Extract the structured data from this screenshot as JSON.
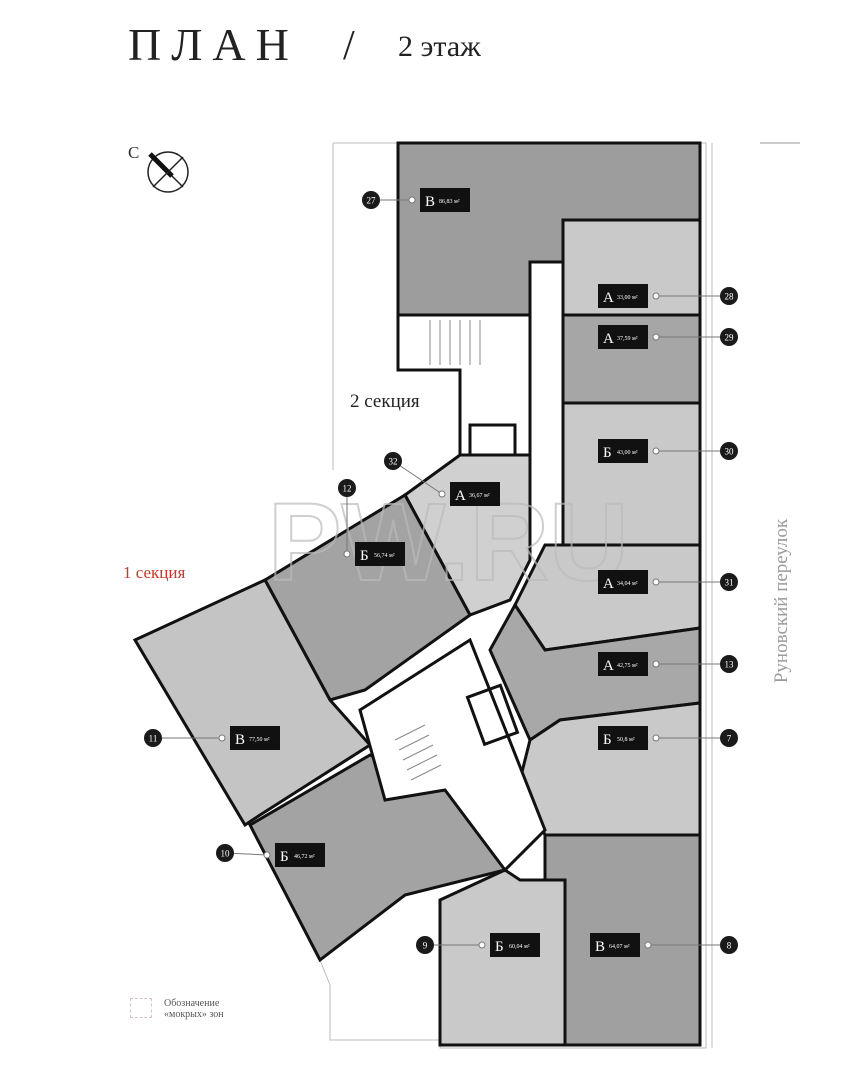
{
  "header": {
    "title": "ПЛАН",
    "separator": "/",
    "floor": "2 этаж"
  },
  "compass": {
    "label": "С"
  },
  "sections": {
    "section_2": "2 секция",
    "section_1": "1 секция"
  },
  "street": "Руновский переулок",
  "watermark": "PW.RU",
  "legend": {
    "label": "Обозначение «мокрых» зон"
  },
  "colors": {
    "section_1_label": "#c8362c",
    "wall": "#111111",
    "unit_dark": "#a0a0a0",
    "unit_light": "#c8c8c8"
  },
  "units": [
    {
      "number": "27",
      "type": "В",
      "area": "86,83 м²"
    },
    {
      "number": "28",
      "type": "А",
      "area": "33,00 м²"
    },
    {
      "number": "29",
      "type": "А",
      "area": "37,59 м²"
    },
    {
      "number": "30",
      "type": "Б",
      "area": "43,00 м²"
    },
    {
      "number": "32",
      "type": "А",
      "area": "36,67 м²"
    },
    {
      "number": "12",
      "type": "Б",
      "area": "56,74 м²"
    },
    {
      "number": "31",
      "type": "А",
      "area": "34,04 м²"
    },
    {
      "number": "13",
      "type": "А",
      "area": "42,75 м²"
    },
    {
      "number": "7",
      "type": "Б",
      "area": "50,8 м²"
    },
    {
      "number": "11",
      "type": "В",
      "area": "77,50 м²"
    },
    {
      "number": "10",
      "type": "Б",
      "area": "46,72 м²"
    },
    {
      "number": "9",
      "type": "Б",
      "area": "60,04 м²"
    },
    {
      "number": "8",
      "type": "В",
      "area": "64,07 м²"
    }
  ]
}
